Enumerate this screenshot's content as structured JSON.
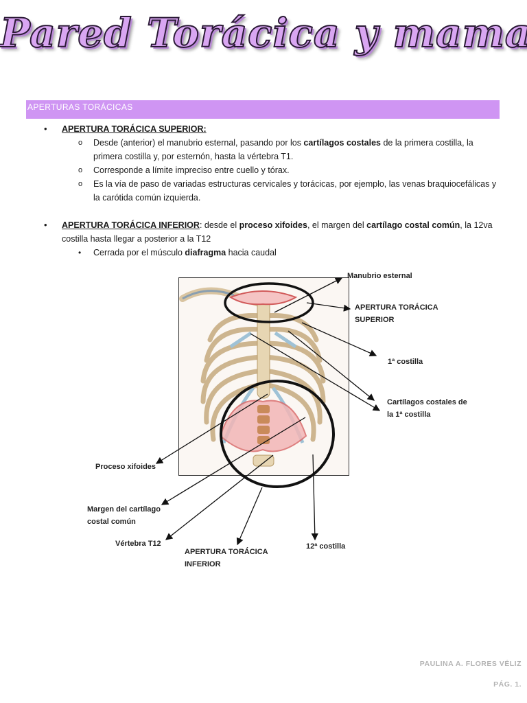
{
  "title": "Pared Torácica y mama",
  "section": {
    "heading": "APERTURAS TORÁCICAS"
  },
  "superior": {
    "heading": "APERTURA TORÁCICA SUPERIOR:",
    "items": [
      {
        "l1a": "Desde (anterior) el manubrio esternal, pasando por los ",
        "l1b": "cartílagos costales",
        "l1c": " de la primera costilla, la",
        "l2": "primera costilla y, por esternón, hasta la vértebra T1."
      },
      {
        "l1": "Corresponde a límite impreciso entre cuello y tórax."
      },
      {
        "l1": "Es la vía de paso de variadas estructuras cervicales y torácicas, por ejemplo, las venas braquiocefálicas y",
        "l2": "la carótida común izquierda."
      }
    ]
  },
  "inferior": {
    "heading": "APERTURA TORÁCICA INFERIOR",
    "t1": ": desde el ",
    "b1": "proceso xifoides",
    "t2": ", el margen del ",
    "b2": "cartílago costal común",
    "t3": ", la 12va",
    "l2": "costilla hasta llegar a posterior a la T12",
    "sub": {
      "t1": "Cerrada por el músculo ",
      "b1": "diafragma",
      "t2": " hacia caudal"
    }
  },
  "figure_labels": {
    "manubrio": "Manubrio esternal",
    "apertura_sup_1": "APERTURA TORÁCICA",
    "apertura_sup_2": "SUPERIOR",
    "costilla_1": "1ª costilla",
    "cartilagos_1": "Cartílagos costales de",
    "cartilagos_2": "la 1ª costilla",
    "xifoides": "Proceso xifoides",
    "margen_1": "Margen del cartílago",
    "margen_2": "costal común",
    "vertebra": "Vértebra T12",
    "apertura_inf_1": "APERTURA TORÁCICA",
    "apertura_inf_2": "INFERIOR",
    "costilla_12": "12ª costilla"
  },
  "footer": {
    "author": "PAULINA A. FLORES VÉLIZ",
    "page": "PÁG. 1."
  },
  "colors": {
    "accent": "#cf95f3",
    "title": "#d9a6f2",
    "footer": "#b3b3b3"
  }
}
